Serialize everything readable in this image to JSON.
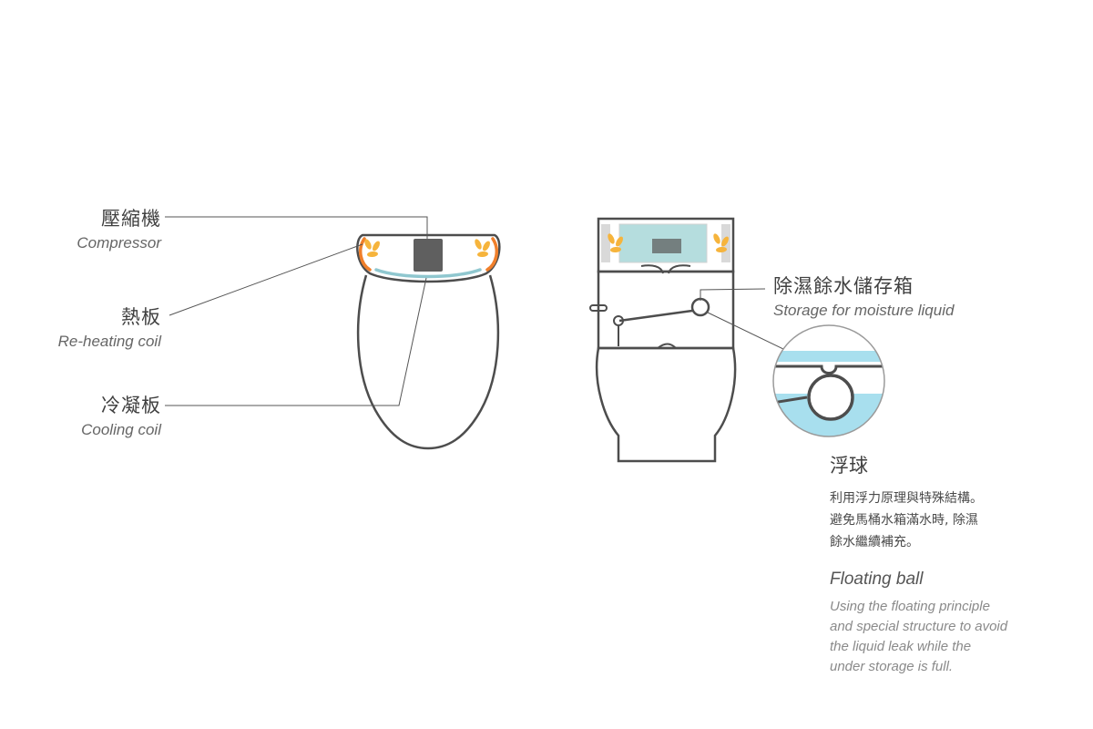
{
  "left_device": {
    "compressor": {
      "zh": "壓縮機",
      "en": "Compressor"
    },
    "reheating": {
      "zh": "熱板",
      "en": "Re-heating coil"
    },
    "cooling": {
      "zh": "冷凝板",
      "en": "Cooling coil"
    }
  },
  "right_device": {
    "storage": {
      "zh": "除濕餘水儲存箱",
      "en": "Storage for moisture liquid"
    },
    "floating_ball": {
      "zh_title": "浮球",
      "zh_lines": [
        "利用浮力原理與特殊結構。",
        "避免馬桶水箱滿水時, 除濕",
        "餘水繼續補充。"
      ],
      "en_title": "Floating ball",
      "en_lines": [
        "Using the floating principle",
        "and special structure to avoid",
        "the liquid leak while the",
        "under storage is full."
      ]
    }
  },
  "colors": {
    "outline": "#4d4d4d",
    "leader_line": "#555555",
    "compressor": "#5f5f5f",
    "heater": "#f07f2b",
    "fan": "#f6b43c",
    "cooling_coil": "#8fc7cf",
    "water": "#a8dfee",
    "tank_fill": "#a9d8d9"
  }
}
